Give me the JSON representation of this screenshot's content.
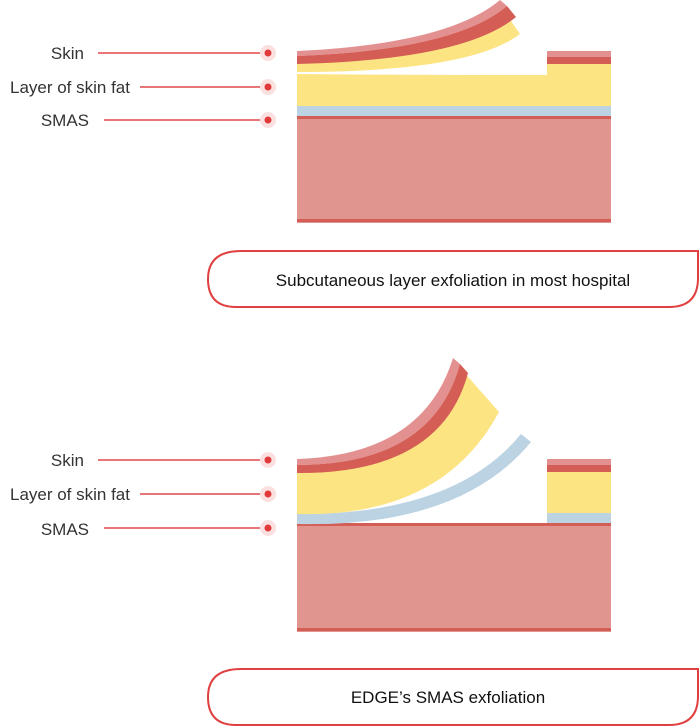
{
  "colors": {
    "skin_outer": "#e39090",
    "skin_inner": "#d45d55",
    "fat": "#fde483",
    "smas": "#bcd3e4",
    "muscle": "#e1958f",
    "muscle_edge": "#d45d55",
    "accent": "#e04040"
  },
  "panels": [
    {
      "labels": {
        "skin": "Skin",
        "fat": "Layer of skin fat",
        "smas": "SMAS"
      },
      "caption": "Subcutaneous layer exfoliation in most hospital"
    },
    {
      "labels": {
        "skin": "Skin",
        "fat": "Layer of skin fat",
        "smas": "SMAS"
      },
      "caption": "EDGE’s SMAS exfoliation"
    }
  ]
}
